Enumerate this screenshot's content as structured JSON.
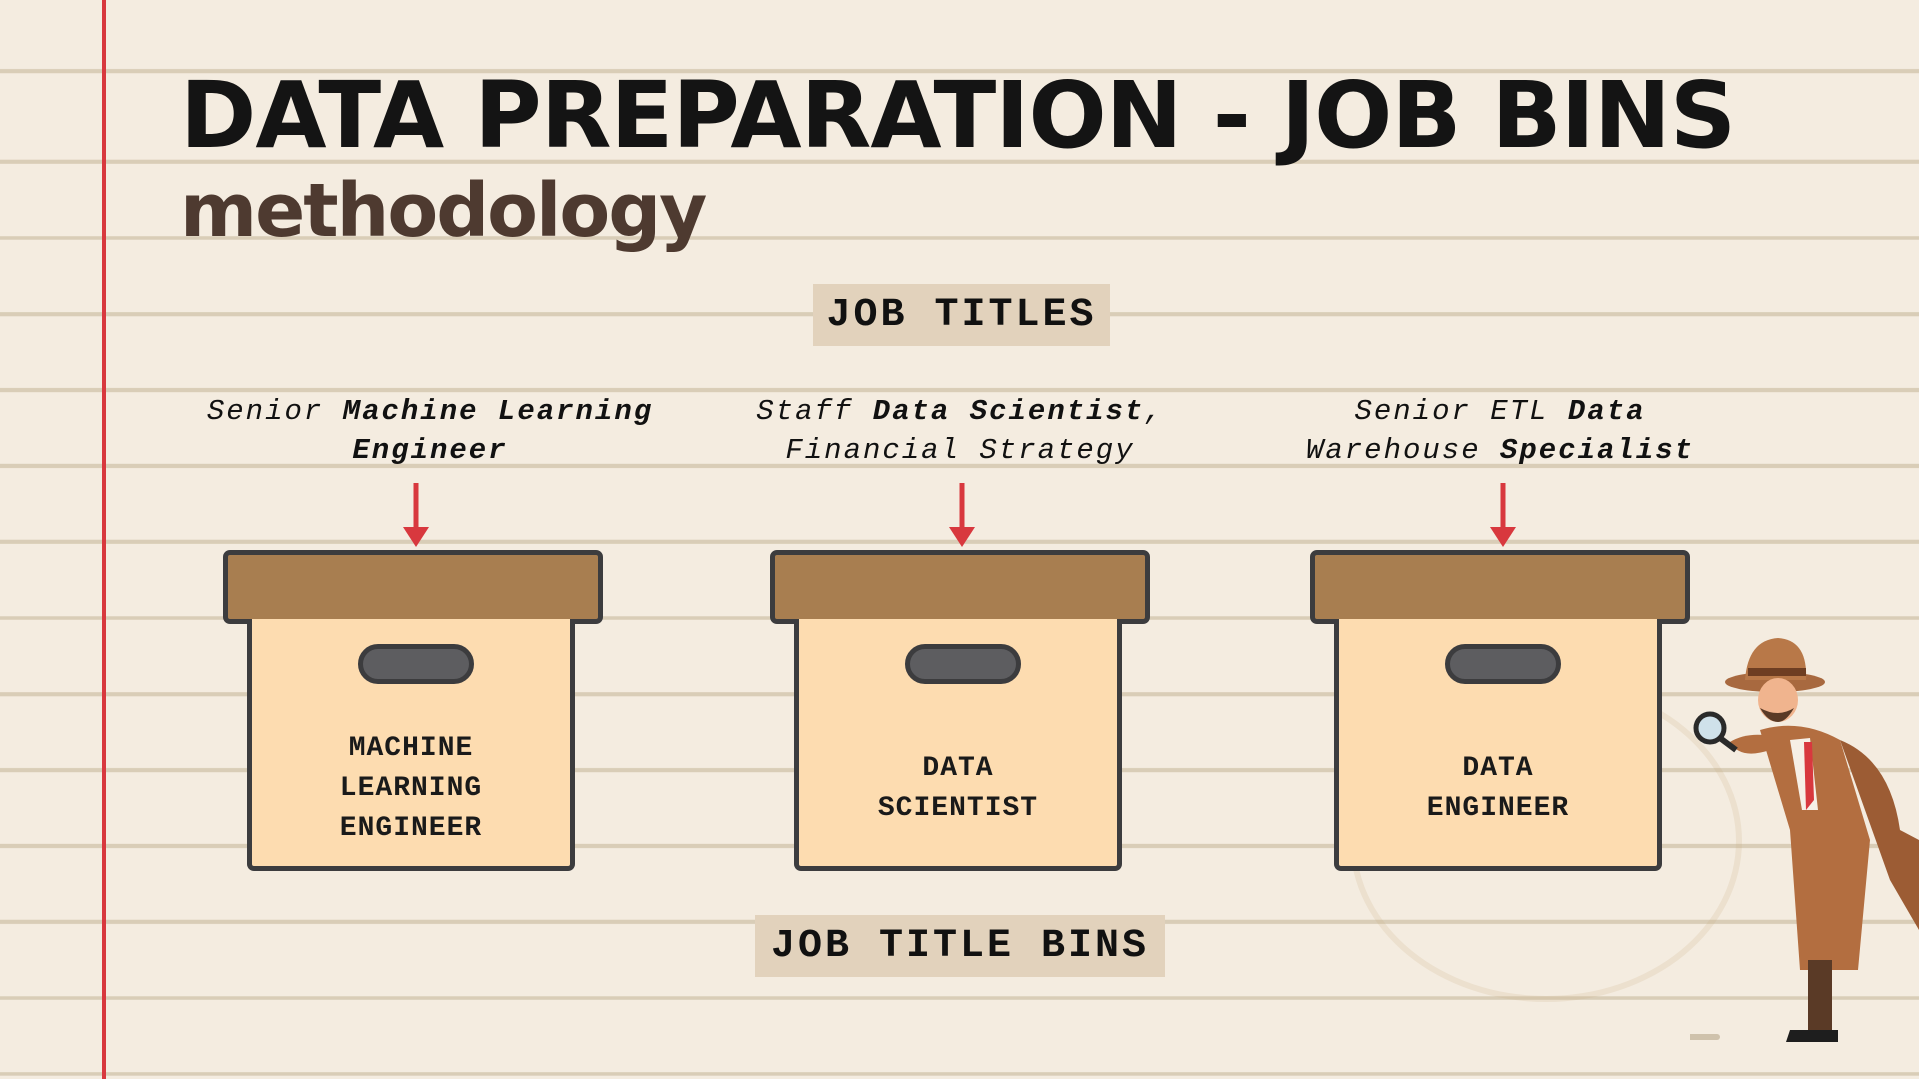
{
  "title": "DATA PREPARATION - JOB BINS",
  "subtitle": "methodology",
  "top_tag": "JOB TITLES",
  "bottom_tag": "JOB TITLE BINS",
  "colors": {
    "margin_line": "#d8383e",
    "arrow": "#d8383e",
    "lid": "#a87e50",
    "box": "#fddcb0",
    "outline": "#3c3c3e",
    "tag_bg": "#e2d2bc",
    "subtitle": "#4e3a30"
  },
  "columns": [
    {
      "job_title": {
        "line1": [
          {
            "text": "Senior ",
            "bold": false
          },
          {
            "text": "Machine Learning",
            "bold": true
          }
        ],
        "line2": [
          {
            "text": "Engineer",
            "bold": true
          }
        ]
      },
      "bin_label": [
        "MACHINE",
        "LEARNING",
        "ENGINEER"
      ]
    },
    {
      "job_title": {
        "line1": [
          {
            "text": "Staff ",
            "bold": false
          },
          {
            "text": "Data Scientist",
            "bold": true
          },
          {
            "text": ",",
            "bold": false
          }
        ],
        "line2": [
          {
            "text": "Financial Strategy",
            "bold": false
          }
        ]
      },
      "bin_label": [
        "DATA",
        "SCIENTIST"
      ]
    },
    {
      "job_title": {
        "line1": [
          {
            "text": "Senior ETL ",
            "bold": false
          },
          {
            "text": "Data",
            "bold": true
          }
        ],
        "line2": [
          {
            "text": "Warehouse ",
            "bold": false
          },
          {
            "text": "Specialist",
            "bold": true
          }
        ]
      },
      "bin_label": [
        "DATA",
        "ENGINEER"
      ]
    }
  ],
  "illustration": "detective-with-magnifying-glass"
}
